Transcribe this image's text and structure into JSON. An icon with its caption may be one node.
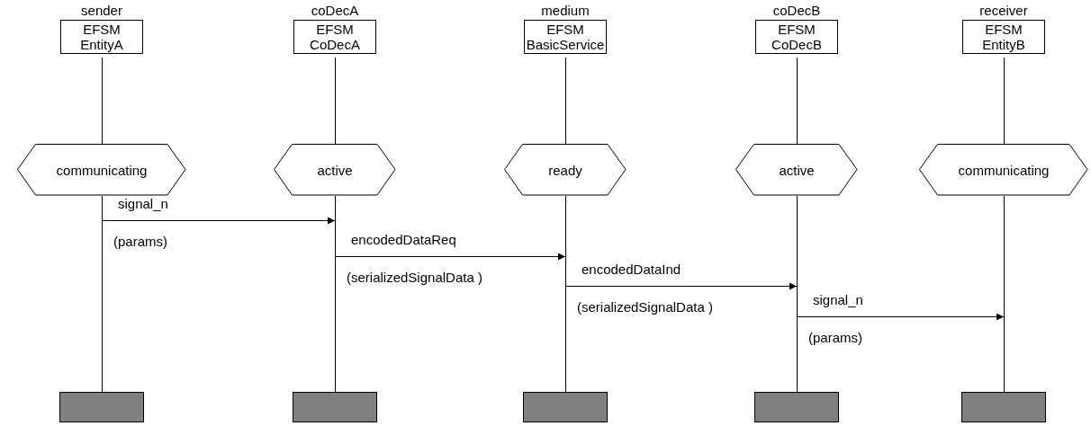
{
  "diagram": {
    "nodes": [
      {
        "text": [
          "sender",
          "EFSM EntityA"
        ]
      },
      {
        "text": [
          "coDecA",
          "EFSM CoDecA"
        ]
      },
      {
        "text": [
          "medium",
          "EFSM BasicService"
        ]
      },
      {
        "text": [
          "coDecB",
          "EFSM CoDecB"
        ]
      },
      {
        "text": [
          "receiver",
          "EFSM EntityB"
        ]
      },
      {
        "text": [
          "communicating"
        ]
      },
      {
        "text": [
          "active"
        ]
      },
      {
        "text": [
          "ready"
        ]
      },
      {
        "text": [
          "active"
        ]
      },
      {
        "text": [
          "communicating"
        ]
      },
      {
        "text": [],
        "shape": "line",
        "beside": [
          "(params)"
        ]
      },
      {
        "text": [],
        "shape": "line",
        "beside": [
          "(serializedSignalData )"
        ]
      },
      {
        "text": [],
        "shape": "line",
        "beside": [
          "(serializedSignalData )"
        ]
      },
      {
        "text": [],
        "shape": "line",
        "beside": [
          "(params)"
        ]
      },
      {
        "text": [],
        "shape": "line"
      },
      {
        "text": [],
        "shape": "bar"
      },
      {
        "text": [],
        "shape": "bar"
      },
      {
        "text": [],
        "shape": "bar"
      },
      {
        "text": [],
        "shape": "bar"
      },
      {
        "text": [],
        "shape": "bar"
      }
    ],
    "edges": [
      {
        "from": 0,
        "to": 5,
        "arrow": "none"
      },
      {
        "from": 1,
        "to": 6,
        "arrow": "none"
      },
      {
        "from": 2,
        "to": 7,
        "arrow": "none"
      },
      {
        "from": 3,
        "to": 8,
        "arrow": "none"
      },
      {
        "from": 4,
        "to": 9,
        "arrow": "none"
      },
      {
        "from": 10,
        "to": 11,
        "arrow": "to",
        "label": "signal_n"
      },
      {
        "from": 11,
        "to": 12,
        "arrow": "to",
        "label": "encodedDataReq"
      },
      {
        "from": 12,
        "to": 13,
        "arrow": "to",
        "label": "encodedDataInd"
      },
      {
        "from": 13,
        "to": 14,
        "arrow": "to",
        "label": "signal_n"
      }
    ]
  }
}
